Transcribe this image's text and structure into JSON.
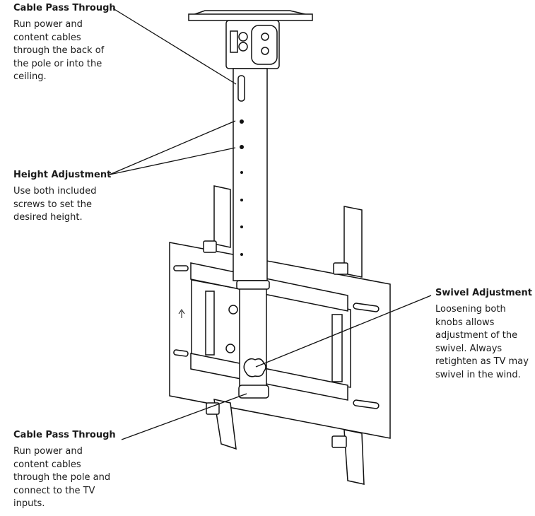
{
  "callouts": [
    {
      "title": "Cable Pass Through",
      "text": "Run power and\ncontent cables\nthrough the back of\nthe pole or into the\nceiling."
    },
    {
      "title": "Height Adjustment",
      "text": "Use both included\nscrews to set the\ndesired height."
    },
    {
      "title": "Swivel Adjustment",
      "text": "Loosening both\nknobs allows\nadjustment of the\nswivel. Always\nretighten as TV may\nswivel in the wind."
    },
    {
      "title": "Cable Pass Through",
      "text": "Run power and\ncontent cables\nthrough the pole and\nconnect to the TV\ninputs."
    }
  ]
}
